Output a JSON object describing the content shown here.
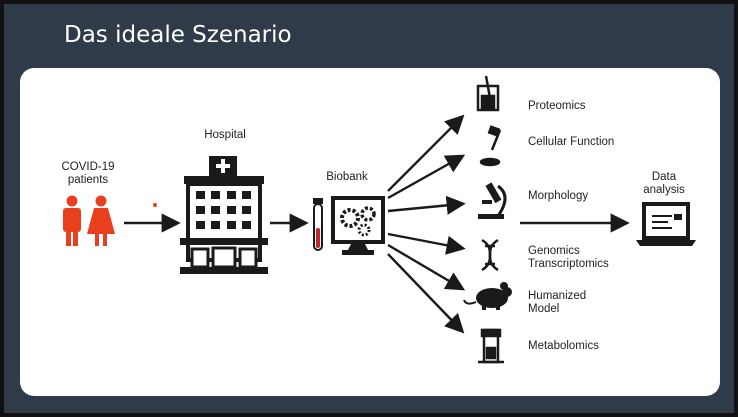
{
  "slide": {
    "title": "Das ideale Szenario"
  },
  "diagram": {
    "patients_line1": "COVID-19",
    "patients_line2": "patients",
    "hospital": "Hospital",
    "biobank": "Biobank",
    "proteomics": "Proteomics",
    "cellular_function": "Cellular Function",
    "morphology": "Morphology",
    "genomics": "Genomics",
    "transcriptomics": "Transcriptomics",
    "humanized": "Humanized",
    "model": "Model",
    "metabolomics": "Metabolomics",
    "data_line1": "Data",
    "data_line2": "analysis"
  },
  "colors": {
    "background": "#2f3b49",
    "panel": "#ffffff",
    "patient": "#e8401c",
    "icon": "#1a1a1a",
    "tube": "#c0262c"
  }
}
